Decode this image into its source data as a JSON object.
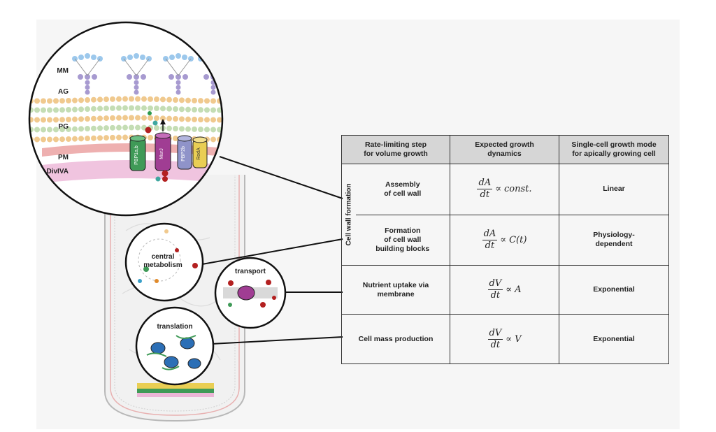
{
  "membrane_labels": [
    "MM",
    "AG",
    "PG",
    "PM",
    "DivIVA"
  ],
  "protein_labels": [
    "PBP1a,b",
    "MurJ",
    "PBP2b",
    "RodA"
  ],
  "process_labels": {
    "metabolism": "central\nmetabolism",
    "transport": "transport",
    "translation": "translation"
  },
  "colors": {
    "mm": "#9cc8ec",
    "ag": "#a79ad0",
    "pg_tan": "#f0c98e",
    "pg_green": "#c4ddb4",
    "pm": "#eba2a2",
    "divIVA": "#ecb5d7",
    "pbp1": "#3f9a57",
    "murj": "#a03d93",
    "pbp2b": "#8f93c9",
    "roda": "#e9ce54",
    "header": "#d6d6d6"
  },
  "table": {
    "headers": [
      "Rate-limiting step\nfor volume growth",
      "Expected growth\ndynamics",
      "Single-cell growth mode\nfor apically growing cell"
    ],
    "group_label": "Cell wall formation",
    "rows": [
      {
        "step": "Assembly\nof cell wall",
        "num": "dA",
        "den": "dt",
        "rhs": "const.",
        "mode": "Linear"
      },
      {
        "step": "Formation\nof cell wall\nbuilding blocks",
        "num": "dA",
        "den": "dt",
        "rhs": "C(t)",
        "mode": "Physiology-\ndependent"
      },
      {
        "step": "Nutrient uptake via\nmembrane",
        "num": "dV",
        "den": "dt",
        "rhs": "A",
        "mode": "Exponential"
      },
      {
        "step": "Cell mass production",
        "num": "dV",
        "den": "dt",
        "rhs": "V",
        "mode": "Exponential"
      }
    ],
    "proportional_symbol": "∝"
  }
}
